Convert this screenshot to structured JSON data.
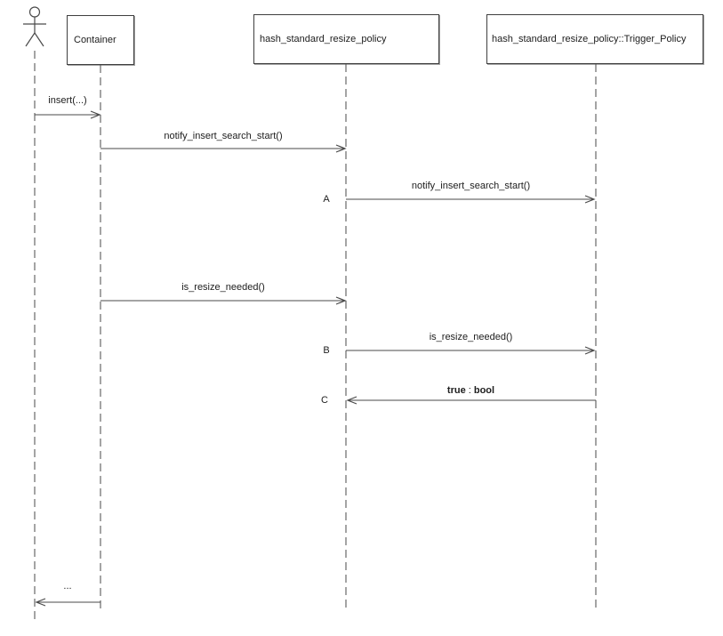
{
  "diagram": {
    "kind": "uml-sequence",
    "participants": [
      {
        "id": "user",
        "type": "actor",
        "label": ""
      },
      {
        "id": "container",
        "type": "object",
        "label": "Container"
      },
      {
        "id": "policy",
        "type": "object",
        "label": "hash_standard_resize_policy"
      },
      {
        "id": "trigger",
        "type": "object",
        "label": "hash_standard_resize_policy::Trigger_Policy"
      }
    ],
    "messages": [
      {
        "tag": "",
        "label": "insert(...)",
        "from": "user",
        "to": "container",
        "style": "call"
      },
      {
        "tag": "",
        "label": "notify_insert_search_start()",
        "from": "container",
        "to": "policy",
        "style": "call"
      },
      {
        "tag": "A",
        "label": "notify_insert_search_start()",
        "from": "policy",
        "to": "trigger",
        "style": "call"
      },
      {
        "tag": "",
        "label": "is_resize_needed()",
        "from": "container",
        "to": "policy",
        "style": "call"
      },
      {
        "tag": "B",
        "label": "is_resize_needed()",
        "from": "policy",
        "to": "trigger",
        "style": "call"
      },
      {
        "tag": "C",
        "label_value": "true",
        "label_sep": " : ",
        "label_type": "bool",
        "from": "trigger",
        "to": "policy",
        "style": "return"
      },
      {
        "tag": "",
        "label": "...",
        "from": "container",
        "to": "user",
        "style": "return"
      }
    ],
    "colors": {
      "line": "#4a4a4a",
      "box_border": "#3f3f3f",
      "text": "#202020",
      "background": "#ffffff"
    }
  }
}
